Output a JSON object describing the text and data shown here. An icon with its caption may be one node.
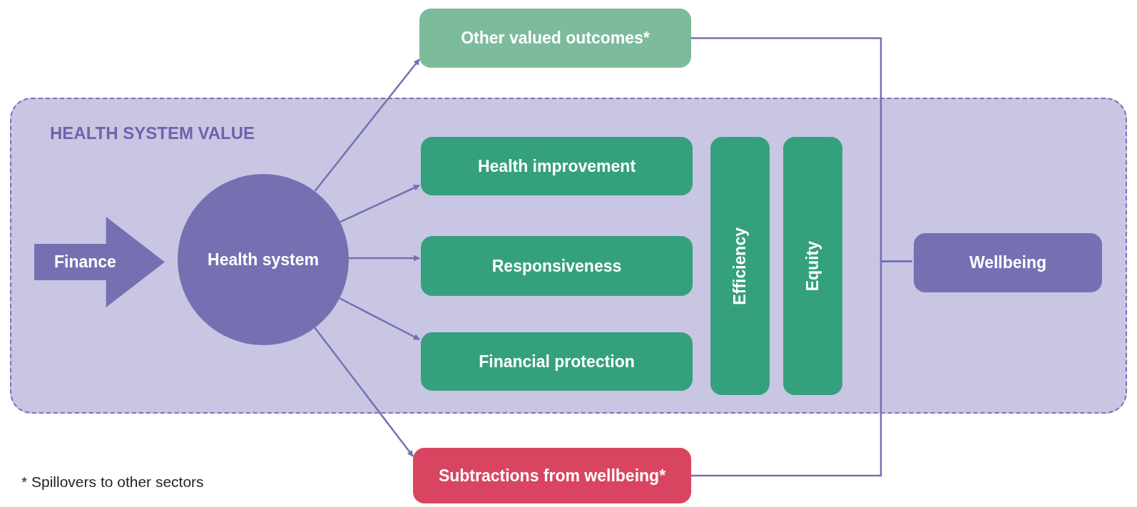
{
  "diagram": {
    "nodes": [
      {
        "text": [
          "HEALTH SYSTEM VALUE"
        ]
      },
      {
        "text": [
          "Finance"
        ],
        "in": 0
      },
      {
        "text": [
          "Health system"
        ],
        "in": 0
      },
      {
        "text": [
          "Other valued outcomes*"
        ]
      },
      {
        "text": [
          "Health improvement"
        ],
        "in": 0
      },
      {
        "text": [
          "Responsiveness"
        ],
        "in": 0
      },
      {
        "text": [
          "Financial protection"
        ],
        "in": 0
      },
      {
        "text": [
          "Efficiency"
        ],
        "in": 0
      },
      {
        "text": [
          "Equity"
        ],
        "in": 0
      },
      {
        "text": [
          "Subtractions from wellbeing*"
        ]
      },
      {
        "text": [
          "Wellbeing"
        ],
        "in": 0
      }
    ],
    "edges": [
      {
        "from": 2,
        "to": 3,
        "arrow": "to"
      },
      {
        "from": 2,
        "to": 4,
        "arrow": "to"
      },
      {
        "from": 2,
        "to": 5,
        "arrow": "to"
      },
      {
        "from": 2,
        "to": 6,
        "arrow": "to"
      },
      {
        "from": 2,
        "to": 9,
        "arrow": "to"
      },
      {
        "from": 3,
        "to": 10,
        "arrow": "none"
      },
      {
        "from": 9,
        "to": 10,
        "arrow": "none"
      }
    ],
    "labels": [
      "* Spillovers to other sectors"
    ]
  }
}
